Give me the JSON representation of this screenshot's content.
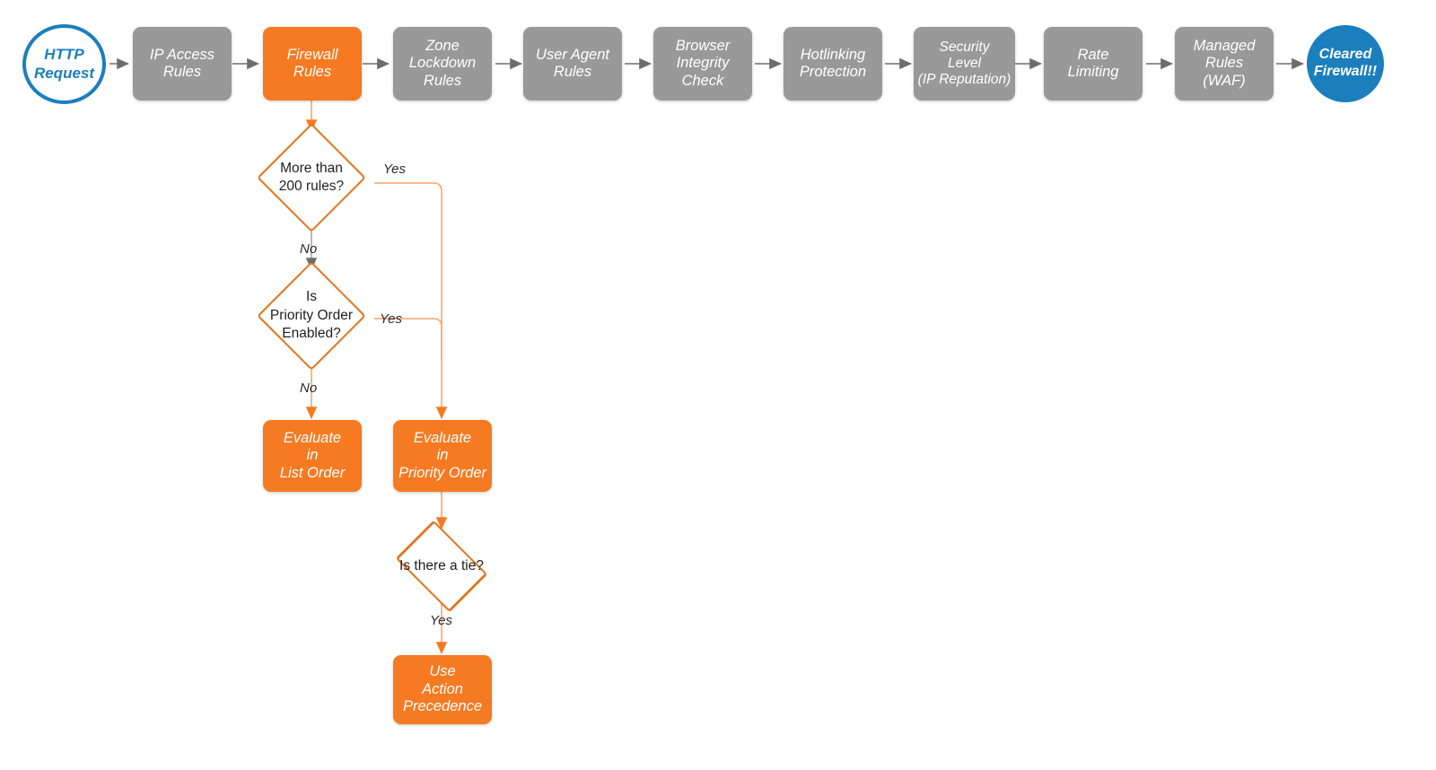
{
  "diagram": {
    "title": "Cloudflare Firewall Rules Evaluation Flow",
    "colors": {
      "orange": "#f57a21",
      "orange_border": "#e2741f",
      "orange_light": "#f9a368",
      "gray": "#999999",
      "gray_arrow": "#6d6d6d",
      "blue": "#1b7fbe",
      "text_dark": "#1f1f1f",
      "white": "#ffffff"
    },
    "pipeline": {
      "start": {
        "label": "HTTP\nRequest",
        "shape": "circle",
        "style": "blue-outline"
      },
      "steps": [
        {
          "label": "IP Access\nRules",
          "style": "gray"
        },
        {
          "label": "Firewall\nRules",
          "style": "orange"
        },
        {
          "label": "Zone\nLockdown\nRules",
          "style": "gray"
        },
        {
          "label": "User Agent\nRules",
          "style": "gray"
        },
        {
          "label": "Browser\nIntegrity\nCheck",
          "style": "gray"
        },
        {
          "label": "Hotlinking\nProtection",
          "style": "gray"
        },
        {
          "label": "Security\nLevel\n(IP Reputation)",
          "style": "gray"
        },
        {
          "label": "Rate\nLimiting",
          "style": "gray"
        },
        {
          "label": "Managed\nRules\n(WAF)",
          "style": "gray"
        }
      ],
      "end": {
        "label": "Cleared\nFirewall!!",
        "shape": "circle",
        "style": "blue-filled"
      }
    },
    "decisions": [
      {
        "id": "more-than-200-rules",
        "label": "More than\n200 rules?",
        "yes": "Yes",
        "no": "No"
      },
      {
        "id": "is-priority-order-enabled",
        "label": "Is\nPriority Order\nEnabled?",
        "yes": "Yes",
        "no": "No"
      },
      {
        "id": "is-there-a-tie",
        "label": "Is there a tie?",
        "yes": "Yes"
      }
    ],
    "outcomes": [
      {
        "id": "evaluate-in-list-order",
        "label": "Evaluate\nin\nList Order",
        "style": "orange"
      },
      {
        "id": "evaluate-in-priority-order",
        "label": "Evaluate\nin\nPriority Order",
        "style": "orange"
      },
      {
        "id": "use-action-precedence",
        "label": "Use\nAction\nPrecedence",
        "style": "orange"
      }
    ],
    "edge_labels": {
      "yes_200": "Yes",
      "no_200": "No",
      "yes_priority": "Yes",
      "no_priority": "No",
      "yes_tie": "Yes"
    }
  }
}
